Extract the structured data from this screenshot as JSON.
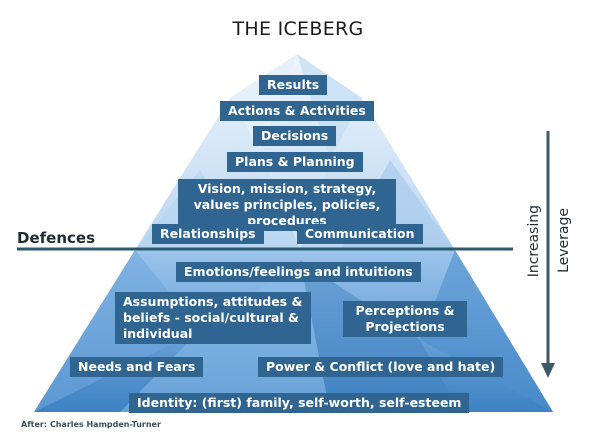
{
  "title": "THE ICEBERG",
  "defences_label": "Defences",
  "credit": "After: Charles Hampden-Turner",
  "leverage_label": [
    "Increasing",
    "Leverage"
  ],
  "above_waterline": [
    "Results",
    "Actions & Activities",
    "Decisions",
    "Plans & Planning",
    "Vision, mission, strategy, values principles, policies, procedures",
    "Relationships",
    "Communication"
  ],
  "below_waterline": [
    "Emotions/feelings and intuitions",
    "Assumptions, attitudes & beliefs - social/cultural & individual",
    "Perceptions & Projections",
    "Needs and Fears",
    "Power & Conflict (love and hate)",
    "Identity: (first) family, self-worth, self-esteem"
  ],
  "colors": {
    "tag_fill": "#2f6590",
    "water_line": "#2b5a6e",
    "ice_light": "#dcebf8",
    "ice_dark": "#2d74b8",
    "arrow": "#3a5a66"
  }
}
